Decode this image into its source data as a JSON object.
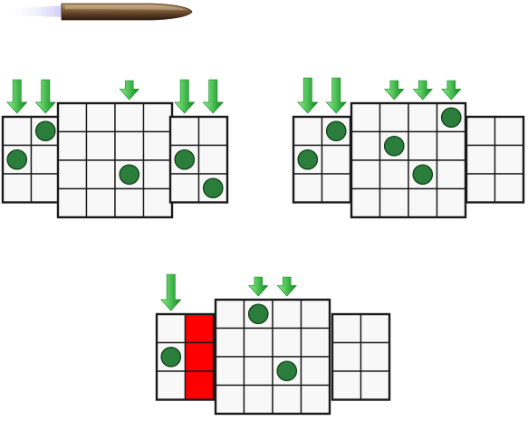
{
  "colors": {
    "background": "#ffffff",
    "grid_line": "#1a1a1a",
    "cell_fill": "#f8f8f8",
    "piece_fill": "#2a7d3a",
    "piece_stroke": "#0d3a16",
    "arrow_light": "#8ef08a",
    "arrow_dark": "#0a8a1e",
    "highlight": "#ff0000"
  },
  "bullet": {
    "icon": "bullet-icon",
    "trail_color": "#c9c6f5",
    "casing_colors": [
      "#c5a06a",
      "#6b4a2c",
      "#2a1a10"
    ]
  },
  "puzzles": [
    {
      "name": "puzzle-top-left",
      "blocks": [
        {
          "rows": 3,
          "cols": 2,
          "pieces": [
            [
              0,
              1
            ],
            [
              1,
              0
            ]
          ],
          "arrows": [
            0,
            1
          ]
        },
        {
          "rows": 4,
          "cols": 4,
          "pieces": [
            [
              2,
              2
            ]
          ],
          "arrows": [
            2
          ],
          "arrow_size": "small"
        },
        {
          "rows": 3,
          "cols": 2,
          "pieces": [
            [
              1,
              0
            ],
            [
              2,
              1
            ]
          ],
          "arrows": [
            0,
            1
          ]
        }
      ]
    },
    {
      "name": "puzzle-top-right",
      "blocks": [
        {
          "rows": 3,
          "cols": 2,
          "pieces": [
            [
              0,
              1
            ],
            [
              1,
              0
            ]
          ],
          "arrows": [
            0,
            1
          ]
        },
        {
          "rows": 4,
          "cols": 4,
          "pieces": [
            [
              0,
              3
            ],
            [
              1,
              1
            ],
            [
              2,
              2
            ]
          ],
          "arrows": [
            1,
            2,
            3
          ],
          "arrow_size": "small"
        },
        {
          "rows": 3,
          "cols": 2,
          "pieces": [],
          "arrows": []
        }
      ]
    },
    {
      "name": "puzzle-bottom",
      "blocks": [
        {
          "rows": 3,
          "cols": 2,
          "pieces": [
            [
              1,
              0
            ]
          ],
          "arrows": [
            0
          ],
          "highlight_col": 1
        },
        {
          "rows": 4,
          "cols": 4,
          "pieces": [
            [
              0,
              1
            ],
            [
              2,
              2
            ]
          ],
          "arrows": [
            1,
            2
          ],
          "arrow_size": "small"
        },
        {
          "rows": 3,
          "cols": 2,
          "pieces": [],
          "arrows": []
        }
      ]
    }
  ]
}
